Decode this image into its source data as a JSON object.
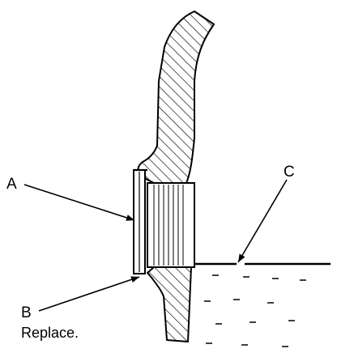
{
  "labels": {
    "a": "A",
    "b": "B",
    "b_note": "Replace.",
    "c": "C"
  },
  "colors": {
    "line": "#000000",
    "background": "#ffffff"
  }
}
